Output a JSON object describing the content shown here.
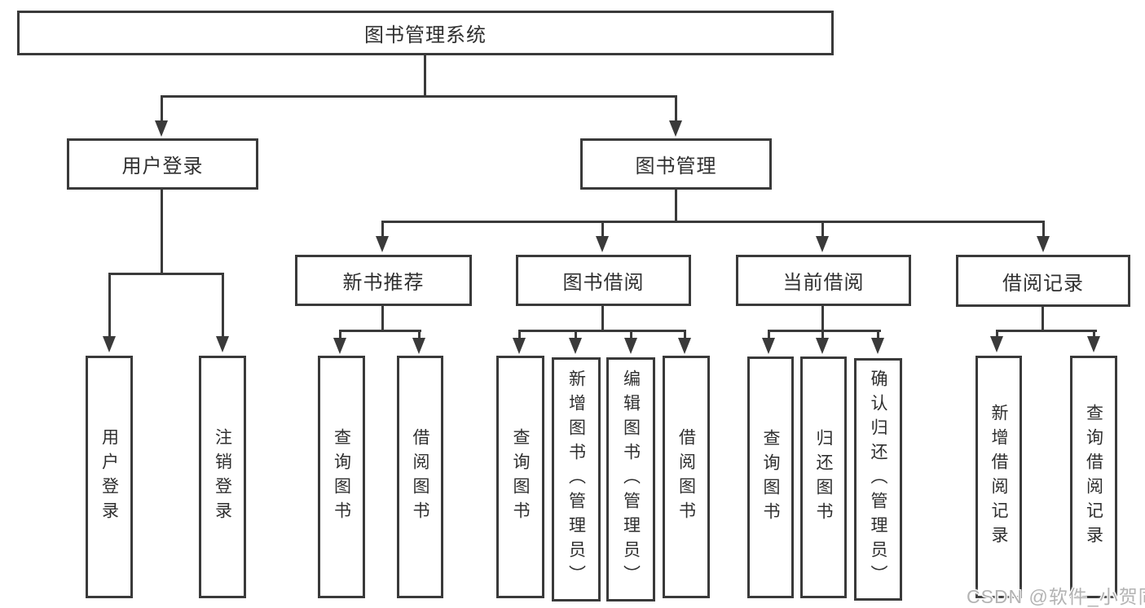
{
  "diagram": {
    "title": "图书管理系统",
    "type": "hierarchy-tree",
    "colors": {
      "line": "#3a3a3a",
      "box_border": "#3a3a3a",
      "text": "#2f2f2f",
      "background": "#ffffff",
      "watermark": "#b3b3b3"
    },
    "tree": {
      "label": "图书管理系统",
      "children": [
        {
          "label": "用户登录",
          "children": [
            {
              "label": "用户登录"
            },
            {
              "label": "注销登录"
            }
          ]
        },
        {
          "label": "图书管理",
          "children": [
            {
              "label": "新书推荐",
              "children": [
                {
                  "label": "查询图书"
                },
                {
                  "label": "借阅图书"
                }
              ]
            },
            {
              "label": "图书借阅",
              "children": [
                {
                  "label": "查询图书"
                },
                {
                  "label": "新增图书（管理员）"
                },
                {
                  "label": "编辑图书（管理员）"
                },
                {
                  "label": "借阅图书"
                }
              ]
            },
            {
              "label": "当前借阅",
              "children": [
                {
                  "label": "查询图书"
                },
                {
                  "label": "归还图书"
                },
                {
                  "label": "确认归还（管理员）"
                }
              ]
            },
            {
              "label": "借阅记录",
              "children": [
                {
                  "label": "新增借阅记录"
                },
                {
                  "label": "查询借阅记录"
                }
              ]
            }
          ]
        }
      ]
    },
    "watermark": {
      "text": "CSDN @软件_小贺同学"
    }
  }
}
